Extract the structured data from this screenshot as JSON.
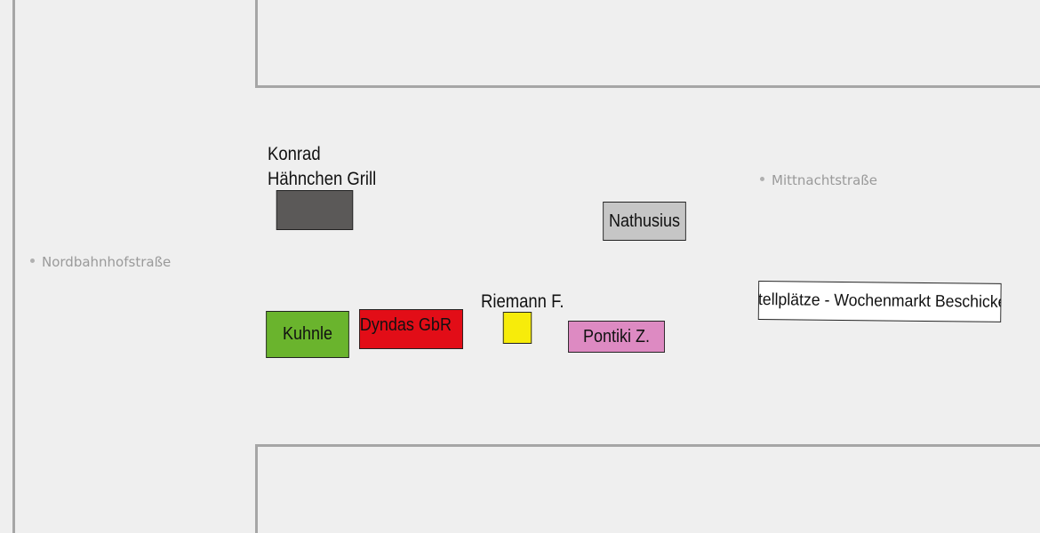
{
  "streets": {
    "nordbahnhof": "Nordbahnhofstraße",
    "mittnacht": "Mittnachtstraße"
  },
  "labels": {
    "konrad_line1": "Konrad",
    "konrad_line2": "Hähnchen Grill",
    "riemann": "Riemann F."
  },
  "stalls": {
    "konrad": {
      "label": "",
      "color": "#5b5958"
    },
    "nathusius": {
      "label": "Nathusius",
      "color": "#c6c6c6"
    },
    "kuhnle": {
      "label": "Kuhnle",
      "color": "#6ab42d"
    },
    "dyndas": {
      "label": "Dyndas GbR",
      "color": "#e20d17"
    },
    "riemann": {
      "label": "",
      "color": "#f7ec0a"
    },
    "pontiki": {
      "label": "Pontiki Z.",
      "color": "#dd8ac2"
    },
    "stellplaetze": {
      "label": "Stellplätze - Wochenmarkt Beschicker",
      "color": "#ffffff"
    }
  }
}
